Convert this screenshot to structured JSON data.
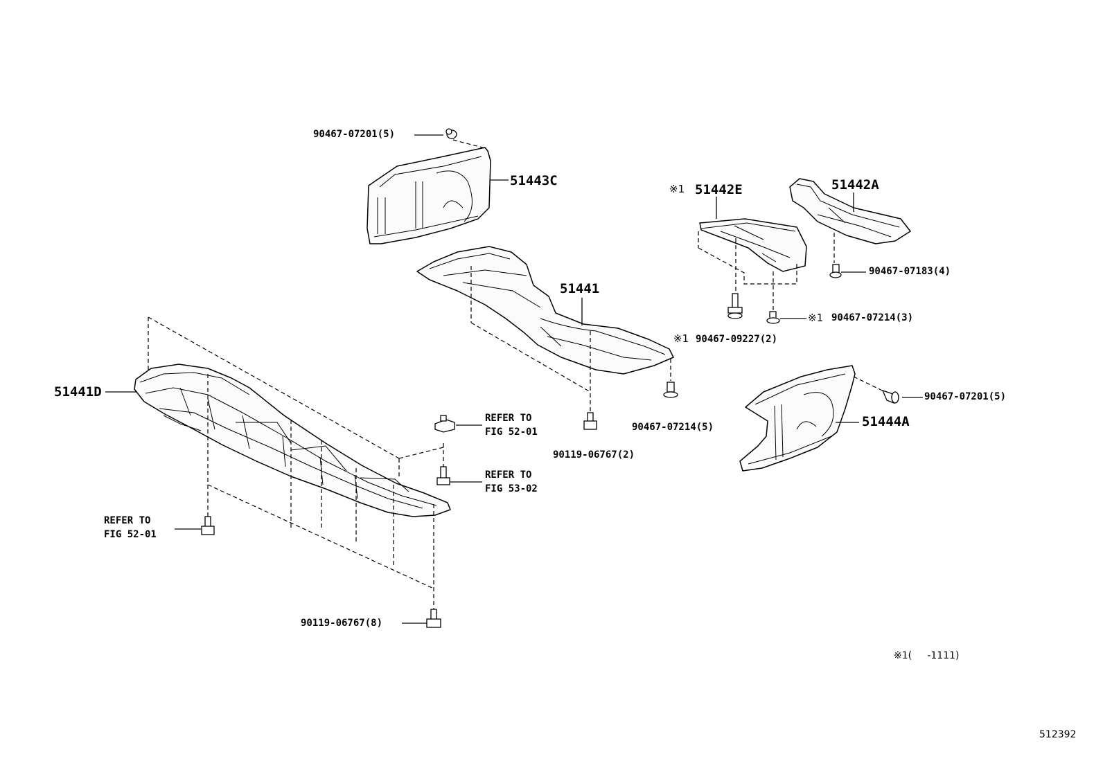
{
  "diagram": {
    "parts": {
      "p51443C": "51443C",
      "p51442E": "51442E",
      "p51442A": "51442A",
      "p51441": "51441",
      "p51441D": "51441D",
      "p51444A": "51444A"
    },
    "fasteners": {
      "f_top": "90467-07201(5)",
      "f_07183": "90467-07183(4)",
      "f_07214_3": "90467-07214(3)",
      "f_09227": "90467-09227(2)",
      "f_right": "90467-07201(5)",
      "f_07214_5": "90467-07214(5)",
      "f_06767_2": "90119-06767(2)",
      "f_06767_8": "90119-06767(8)"
    },
    "marks": {
      "m_51442E": "※1",
      "m_07214": "※1",
      "m_09227": "※1"
    },
    "refs": {
      "r1_line1": "REFER TO",
      "r1_line2": "FIG 52-01",
      "r2_line1": "REFER TO",
      "r2_line2": "FIG 53-02",
      "r3_line1": "REFER TO",
      "r3_line2": "FIG 52-01"
    },
    "footnote": "※1(     -1111)",
    "figure_id": "512392"
  }
}
